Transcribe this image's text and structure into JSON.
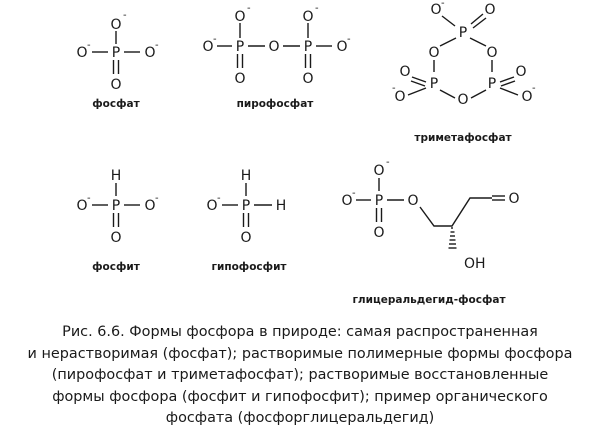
{
  "atoms": {
    "O": "O",
    "P": "P",
    "H": "H",
    "OH": "OH",
    "minus": "-"
  },
  "compounds": {
    "phosphate": "фосфат",
    "pyrophosphate": "пирофосфат",
    "trimetaphosphate": "триметафосфат",
    "phosphite": "фосфит",
    "hypophosphite": "гипофосфит",
    "glyceraldehyde_phosphate": "глицеральдегид-фосфат"
  },
  "caption": {
    "figure_label": "Рис. 6.6.",
    "line1": " Формы фосфора в природе: самая распространенная",
    "line2": "и нерастворимая (фосфат); растворимые полимерные формы фосфора",
    "line3": "(пирофосфат и триметафосфат); растворимые восстановленные",
    "line4": "формы фосфора (фосфит и гипофосфит); пример органического",
    "line5": "фосфата (фосфорглицеральдегид)"
  }
}
